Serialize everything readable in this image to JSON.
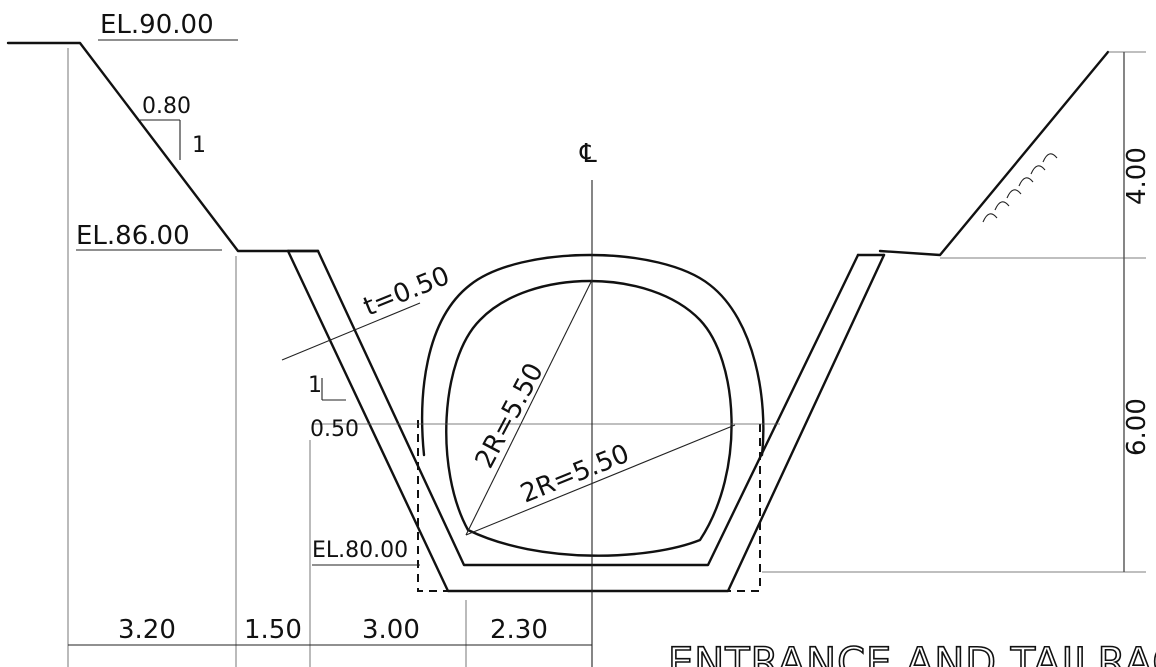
{
  "elevations": {
    "top": "EL.90.00",
    "bench": "EL.86.00",
    "invert": "EL.80.00"
  },
  "slopes": {
    "upper_ratio_horizontal": "0.80",
    "upper_ratio_vertical": "1",
    "lower_ratio_horizontal": "0.50",
    "lower_ratio_vertical": "1"
  },
  "lining": {
    "thickness": "t=0.50",
    "radius_vertical": "2R=5.50",
    "radius_horizontal": "2R=5.50"
  },
  "centerline": "℄",
  "dimensions": {
    "bottom": [
      "3.20",
      "1.50",
      "3.00",
      "2.30"
    ],
    "right": [
      "4.00",
      "6.00"
    ]
  },
  "caption": "ENTRANCE AND TAILRACE"
}
